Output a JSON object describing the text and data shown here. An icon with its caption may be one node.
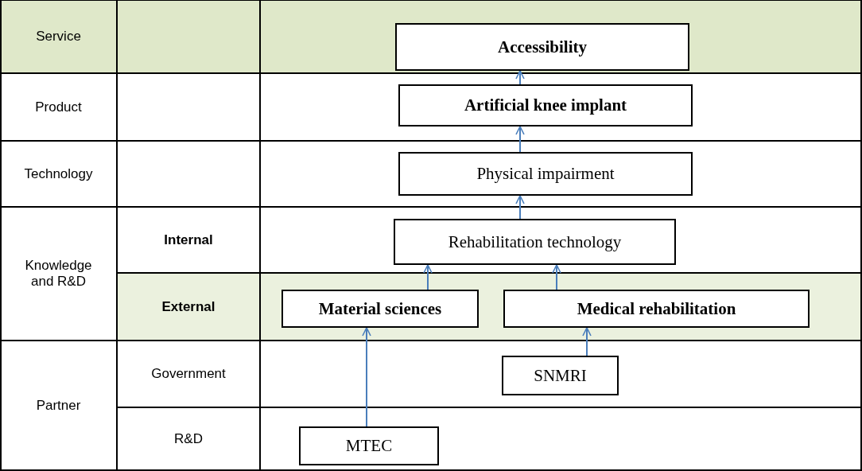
{
  "diagram": {
    "nodes": [
      {
        "text": [
          "Accessibility"
        ]
      },
      {
        "text": [
          "Artificial knee implant"
        ]
      },
      {
        "text": [
          "Physical impairment"
        ]
      },
      {
        "text": [
          "Rehabilitation technology"
        ]
      },
      {
        "text": [
          "Material sciences"
        ]
      },
      {
        "text": [
          "Medical rehabilitation"
        ]
      },
      {
        "text": [
          "SNMRI"
        ]
      },
      {
        "text": [
          "MTEC"
        ]
      }
    ],
    "edges": [
      {
        "from": 1,
        "to": 0,
        "arrow": "to"
      },
      {
        "from": 2,
        "to": 1,
        "arrow": "to"
      },
      {
        "from": 3,
        "to": 2,
        "arrow": "to"
      },
      {
        "from": 4,
        "to": 3,
        "arrow": "to"
      },
      {
        "from": 5,
        "to": 3,
        "arrow": "to"
      },
      {
        "from": 7,
        "to": 4,
        "arrow": "to"
      },
      {
        "from": 6,
        "to": 5,
        "arrow": "to"
      }
    ],
    "labels": [
      "Service",
      "Product",
      "Technology",
      "Knowledge and R&D",
      "Internal",
      "External",
      "Partner",
      "Government",
      "R&D"
    ]
  }
}
